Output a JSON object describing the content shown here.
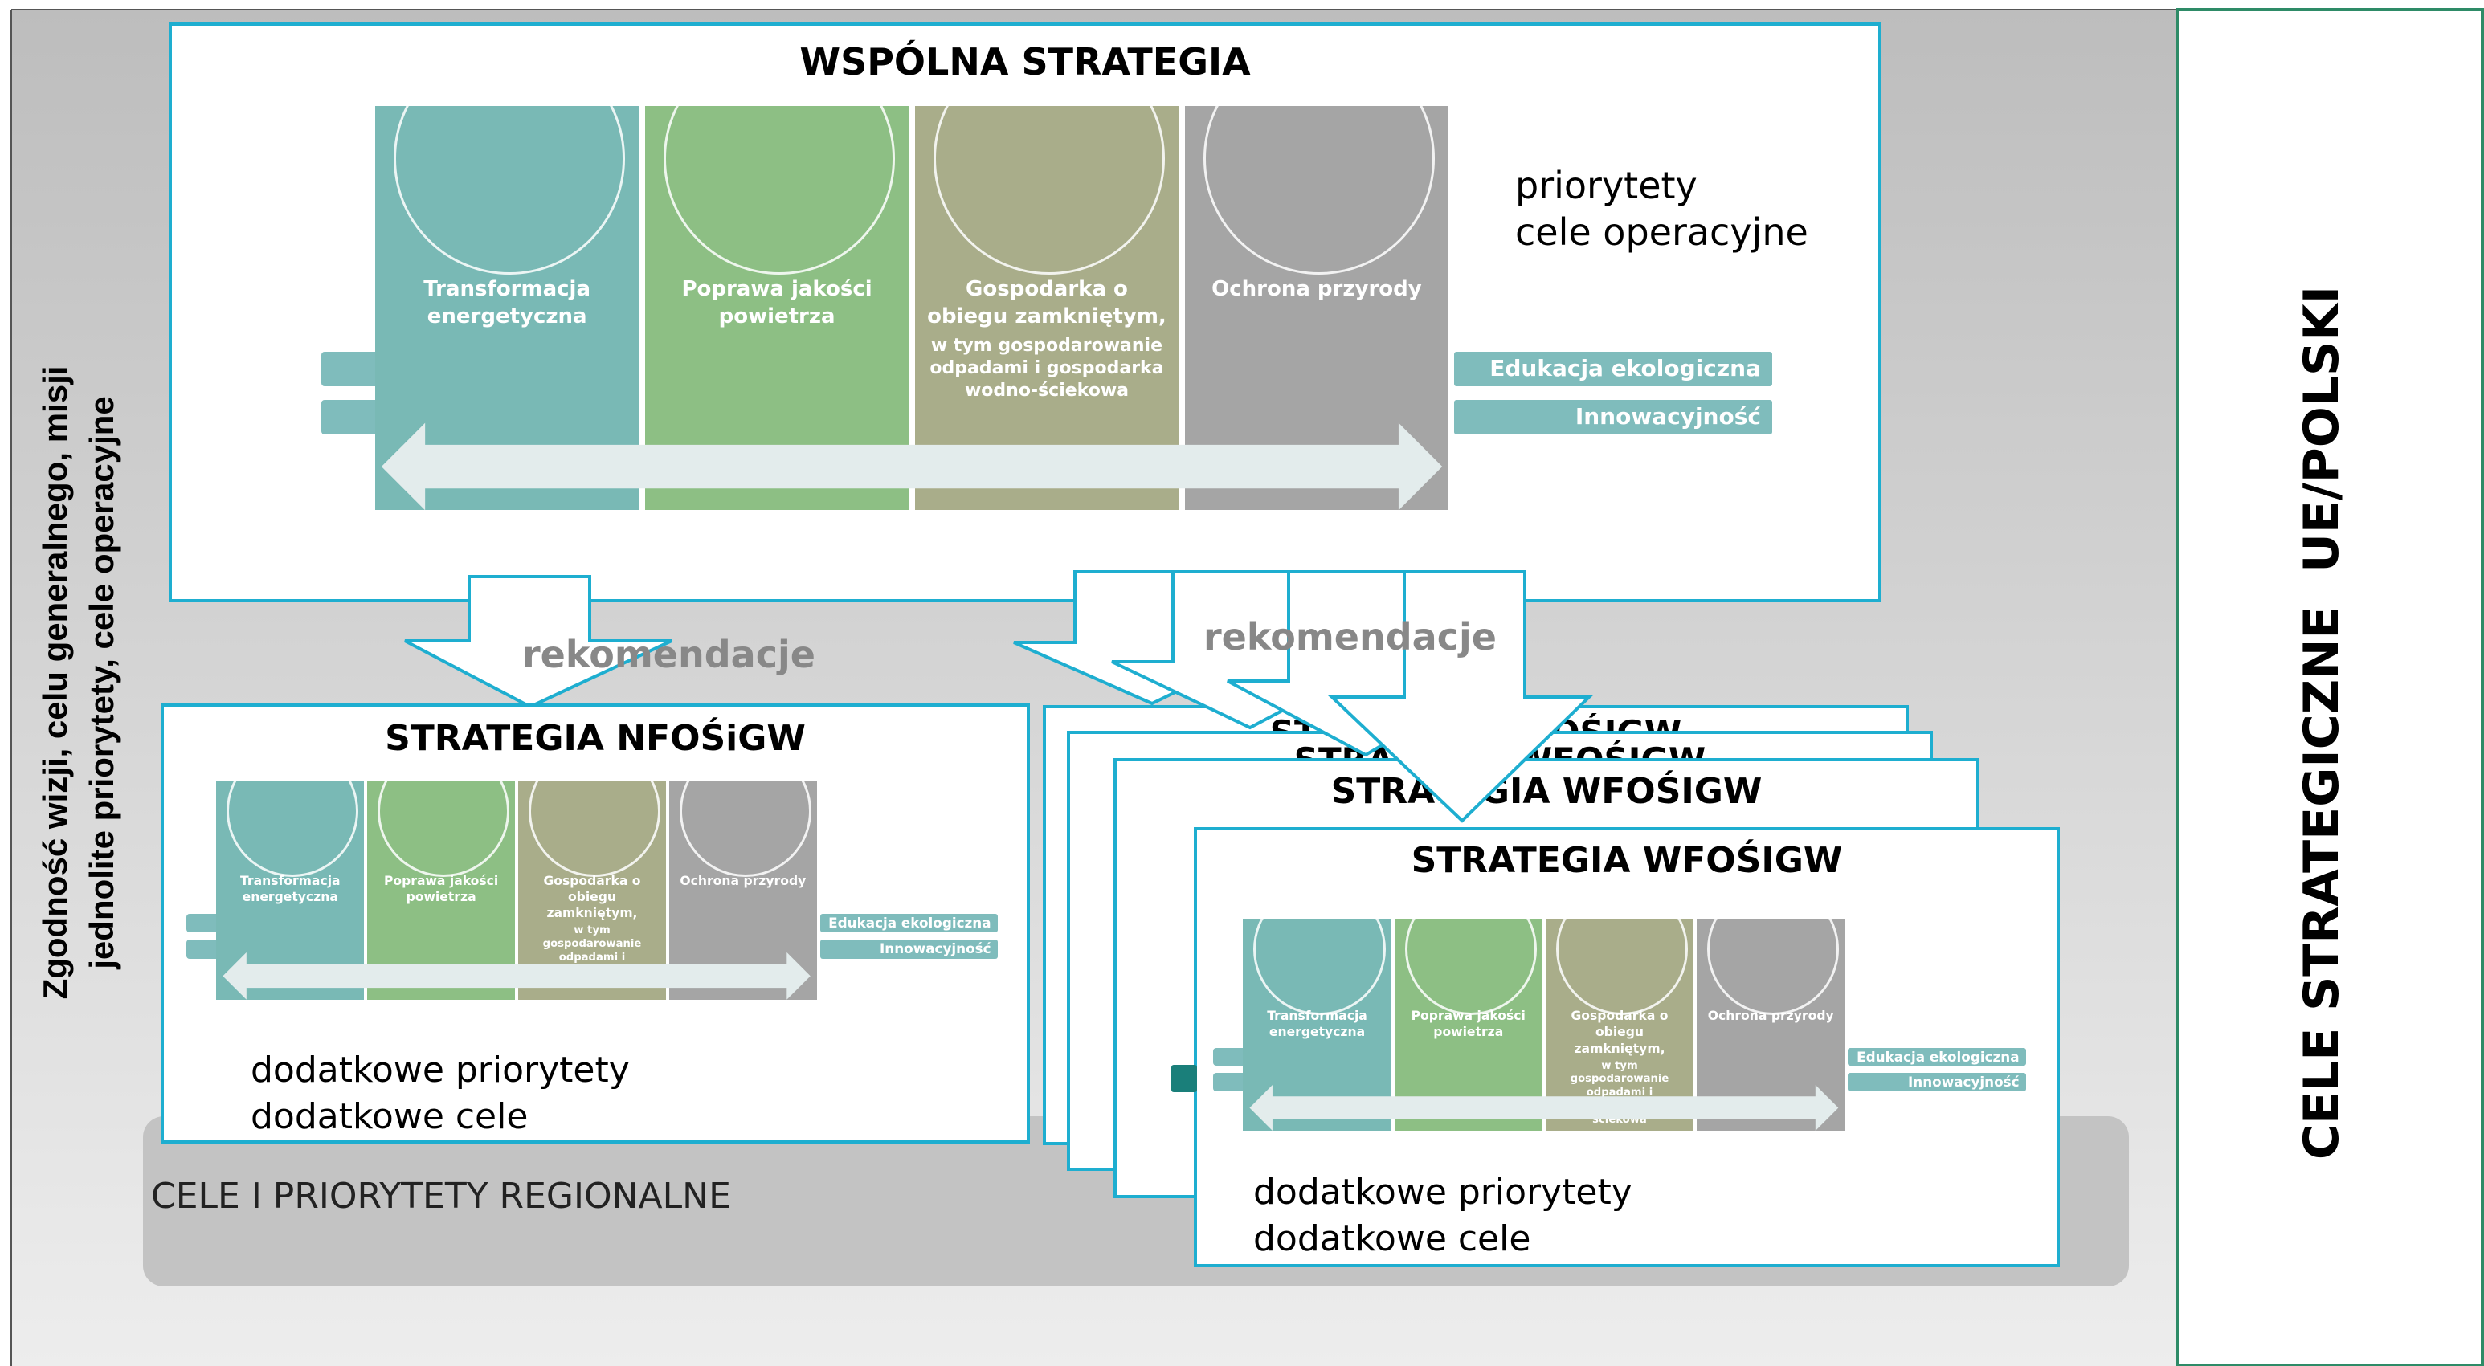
{
  "main_block": {
    "title": "WSPÓLNA STRATEGIA",
    "note_line1": "priorytety",
    "note_line2": "cele operacyjne"
  },
  "pillars": [
    {
      "name": "Transformacja energetyczna",
      "color": "#79b9b5",
      "icon": "wind-turbine-icon"
    },
    {
      "name": "Poprawa jakości powietrza",
      "color": "#8dbf84",
      "icon": "sun-landscape-icon"
    },
    {
      "name": "Gospodarka o obiegu zamkniętym,",
      "sub": "w tym gospodarowanie odpadami i gospodarka wodno-ściekowa",
      "color": "#a9ad8a",
      "icon": "recycle-arrows-icon"
    },
    {
      "name": "Ochrona przyrody",
      "color": "#a5a5a5",
      "icon": "tree-icon"
    }
  ],
  "crosscutting": [
    "Edukacja ekologiczna",
    "Innowacyjność"
  ],
  "recommendation_label": "rekomendacje",
  "nfos_block": {
    "title": "STRATEGIA NFOŚiGW",
    "add1": "dodatkowe priorytety",
    "add2": "dodatkowe cele"
  },
  "wfos_block": {
    "title": "STRATEGIA WFOŚIGW",
    "title_partial": "STRATEGIA WFOŚIGW",
    "add1": "dodatkowe priorytety",
    "add2": "dodatkowe cele"
  },
  "regional_label": "CELE I PRIORYTETY REGIONALNE",
  "left_vertical": {
    "line1": "Zgodność wizji, celu generalnego, misji",
    "line2": "jednolite priorytety, cele operacyjne"
  },
  "right_vertical": "CELE STRATEGICZNE  UE/POLSKI",
  "colors": {
    "border": "#1eaed0",
    "right_border": "#2e8b67",
    "band": "#c8c8c8"
  }
}
